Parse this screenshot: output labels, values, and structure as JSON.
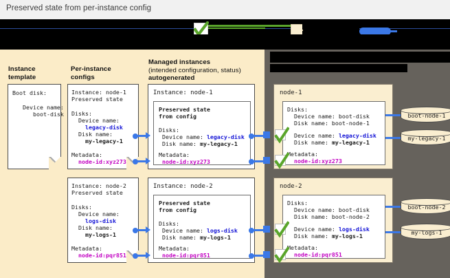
{
  "caption": {
    "text": "Preserved state from per-instance config"
  },
  "legend": {
    "check_icon": "checkmark-icon",
    "swatch_icon": "cream-swatch-icon",
    "blob_icon": "blue-disk-icon",
    "note": "legend labels redacted in source image"
  },
  "columns": {
    "instance_template": {
      "line1": "Instance",
      "line2": "template"
    },
    "per_instance_configs": {
      "line1": "Per-instance",
      "line2": "configs"
    },
    "managed_instances": {
      "line1": "Managed instances",
      "line2": "(intended configuration, status)",
      "line3": "autogenerated"
    }
  },
  "instance_template_card": {
    "body": "Boot disk:\n\n   Device name:\n      boot-disk"
  },
  "per_instance_configs": [
    {
      "header": "Instance: node-1\nPreserved state",
      "disks_label": "Disks:",
      "device_name_label": "  Device name:",
      "device_name_value": "    legacy-disk",
      "disk_name_label": "  Disk name:",
      "disk_name_value": "    my-legacy-1",
      "metadata_label": "Metadata:",
      "metadata_value": "  node-id:xyz273"
    },
    {
      "header": "Instance: node-2\nPreserved state",
      "disks_label": "Disks:",
      "device_name_label": "  Device name:",
      "device_name_value": "    logs-disk",
      "disk_name_label": "  Disk name:",
      "disk_name_value": "    my-logs-1",
      "metadata_label": "Metadata:",
      "metadata_value": "  node-id:pqr851"
    }
  ],
  "managed_instances": [
    {
      "title": "Instance: node-1",
      "preserved_heading": "Preserved state\nfrom config",
      "disks_label": "Disks:",
      "device_name_label": " Device name: ",
      "device_name_value": "legacy-disk",
      "disk_name_label": " Disk name: ",
      "disk_name_value": "my-legacy-1",
      "metadata_label": "Metadata:",
      "metadata_value": " node-id:xyz273"
    },
    {
      "title": "Instance: node-2",
      "preserved_heading": "Preserved state\nfrom config",
      "disks_label": "Disks:",
      "device_name_label": " Device name: ",
      "device_name_value": "logs-disk",
      "disk_name_label": " Disk name: ",
      "disk_name_value": "my-logs-1",
      "metadata_label": "Metadata:",
      "metadata_value": " node-id:pqr851"
    }
  ],
  "running_instances": [
    {
      "title": "node-1",
      "disks_label": "Disks:",
      "boot_device_line": "  Device name: boot-disk",
      "boot_disk_line": "  Disk name: boot-node-1",
      "device_name_label": "  Device name: ",
      "device_name_value": "legacy-disk",
      "disk_name_label": "  Disk name: ",
      "disk_name_value": "my-legacy-1",
      "metadata_label": "Metadata:",
      "metadata_value": "  node-id:xyz273",
      "disks": [
        {
          "label": "boot-node-1"
        },
        {
          "label": "my-legacy-1"
        }
      ]
    },
    {
      "title": "node-2",
      "disks_label": "Disks:",
      "boot_device_line": "  Device name: boot-disk",
      "boot_disk_line": "  Disk name: boot-node-2",
      "device_name_label": "  Device name: ",
      "device_name_value": "logs-disk",
      "disk_name_label": "  Disk name: ",
      "disk_name_value": "my-logs-1",
      "metadata_label": "Metadata:",
      "metadata_value": "  node-id:pqr851",
      "disks": [
        {
          "label": "boot-node-2"
        },
        {
          "label": "my-logs-1"
        }
      ]
    }
  ],
  "colors": {
    "panel_left_bg": "#fbecc8",
    "panel_right_bg": "#66625c",
    "accent_blue": "#3b78e7",
    "code_blue": "#1414d6",
    "code_magenta": "#c200c2",
    "check_green": "#5aa52b",
    "cylinder_fill": "#faeed0"
  }
}
